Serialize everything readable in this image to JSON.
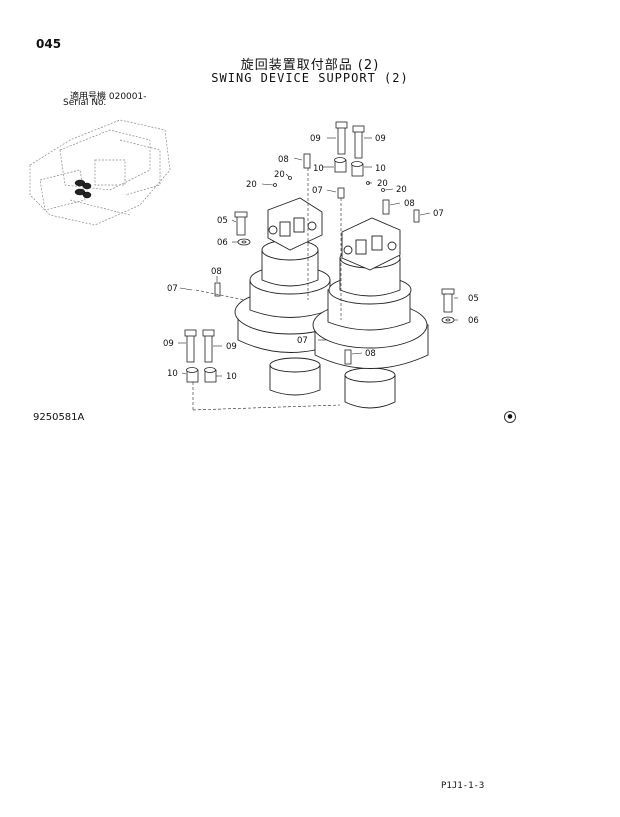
{
  "page_number": "045",
  "title_jp": "旋回装置取付部品 (2)",
  "title_en": "SWING DEVICE SUPPORT (2)",
  "serial_jp": "適用号機  020001-",
  "serial_en": "Serial No.",
  "drawing_number": "9250581A",
  "footer_code": "P1J1-1-3",
  "part_labels": [
    "09",
    "09",
    "08",
    "10",
    "10",
    "20",
    "20",
    "20",
    "07",
    "20",
    "08",
    "07",
    "05",
    "06",
    "08",
    "07",
    "05",
    "06",
    "07",
    "08",
    "09",
    "09",
    "10",
    "10"
  ]
}
